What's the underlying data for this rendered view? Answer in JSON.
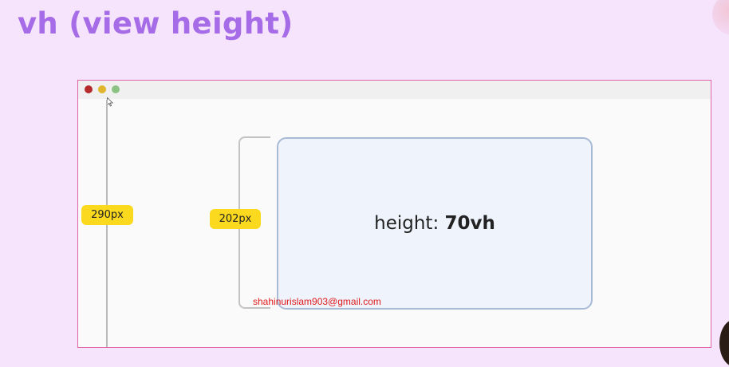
{
  "title": "vh (view height)",
  "browser": {
    "window_dots": [
      "red",
      "yellow",
      "green"
    ],
    "colors": {
      "red": "#b52b2b",
      "yellow": "#e0b52b",
      "green": "#8cc283",
      "frame": "#e063a8"
    }
  },
  "measurements": {
    "viewport_label": "290px",
    "element_label": "202px"
  },
  "box": {
    "label_prefix": "height: ",
    "label_value": "70vh"
  },
  "watermark": "shahinurislam903@gmail.com",
  "colors": {
    "title": "#a66be6",
    "background": "#f5e4fb",
    "tag": "#fbd91f",
    "box_fill": "#eef3fc",
    "box_border": "#a8bad5",
    "watermark": "#e01b1b"
  },
  "icons": {
    "cursor": "mouse-pointer-icon"
  }
}
